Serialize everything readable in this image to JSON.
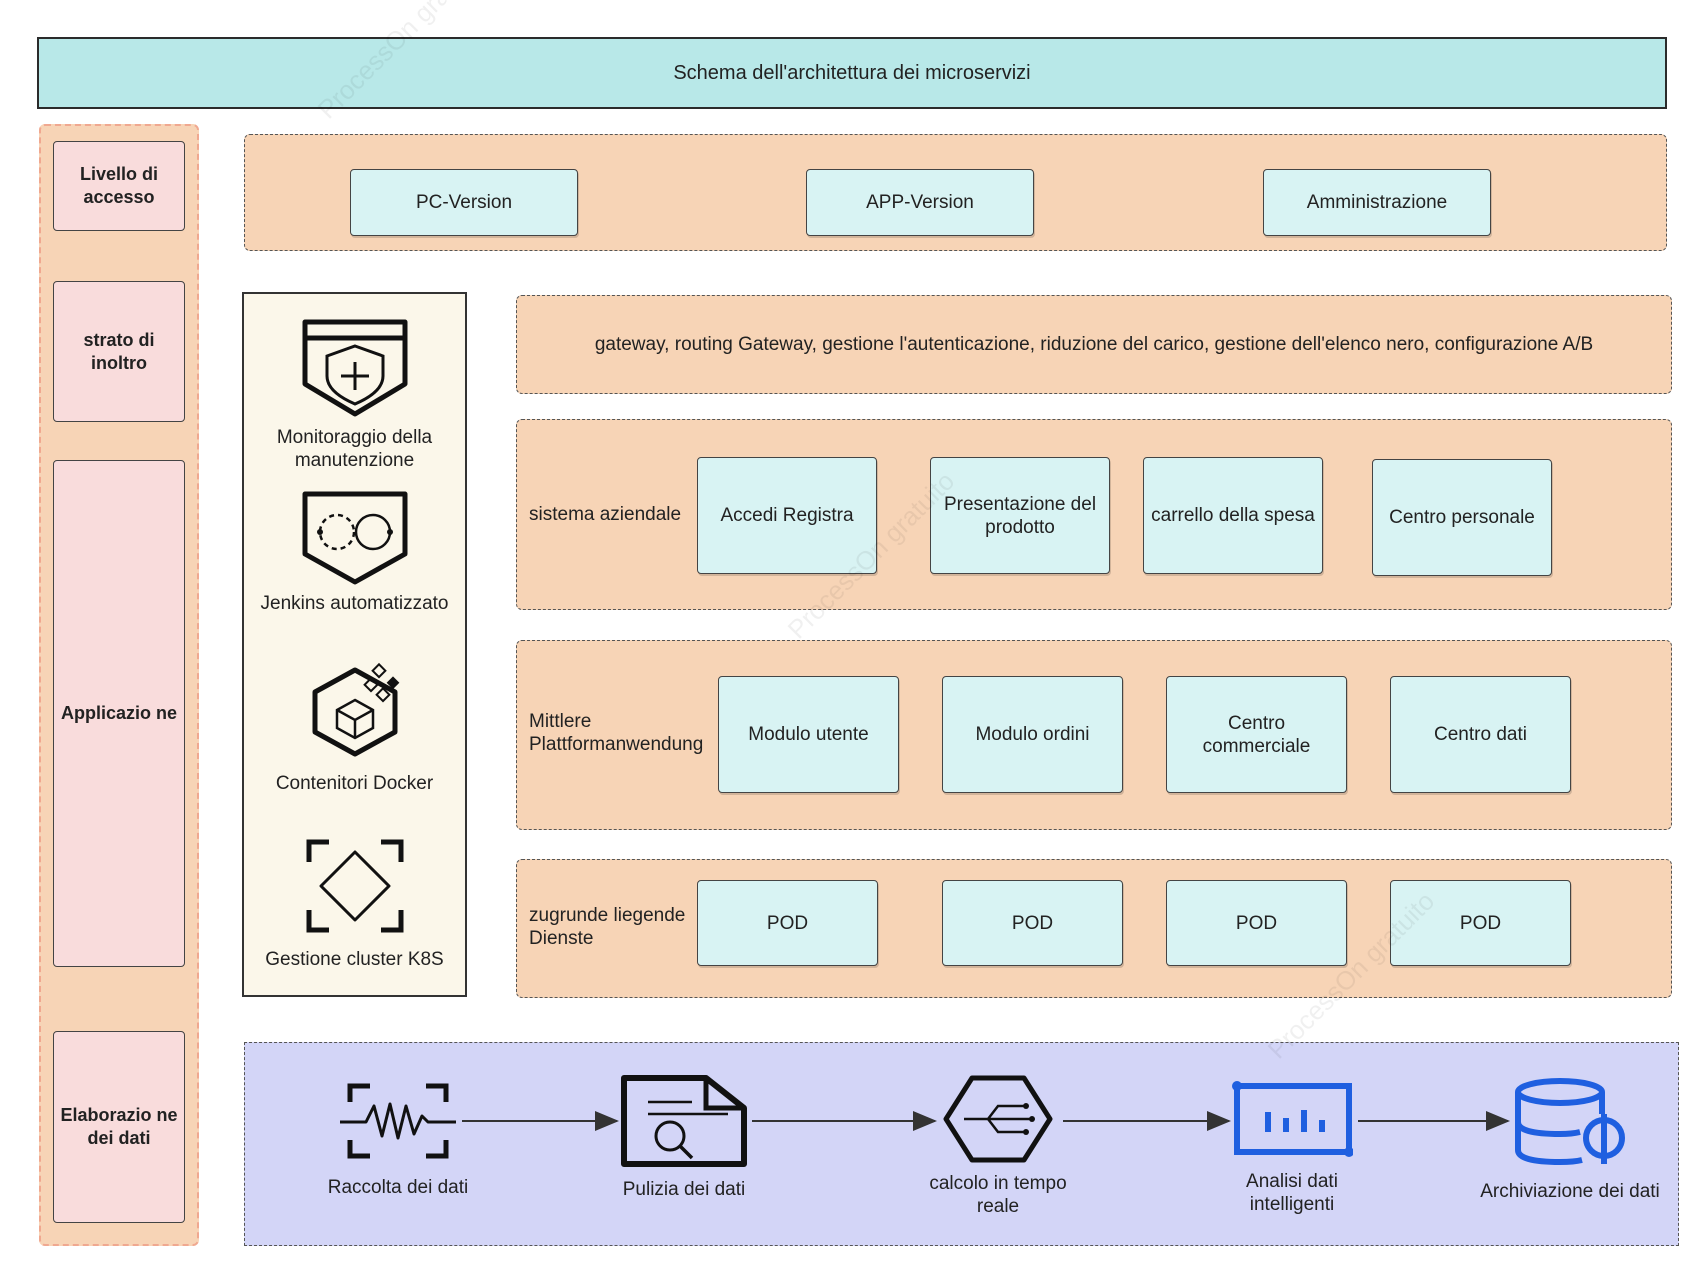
{
  "title": "Schema dell'architettura dei microservizi",
  "layers": {
    "access": "Livello di accesso",
    "forwarding": "strato di inoltro",
    "application": "Applicazio ne",
    "data": "Elaborazio ne dei dati"
  },
  "access_cards": [
    "PC-Version",
    "APP-Version",
    "Amministrazione"
  ],
  "gateway_text": "gateway, routing Gateway, gestione l'autenticazione, riduzione del carico, gestione dell'elenco nero, configurazione A/B",
  "business": {
    "label": "sistema aziendale",
    "cards": [
      "Accedi Registra",
      "Presentazione del prodotto",
      "carrello della spesa",
      "Centro personale"
    ]
  },
  "middle": {
    "label": "Mittlere Plattformanwendung",
    "cards": [
      "Modulo utente",
      "Modulo ordini",
      "Centro commerciale",
      "Centro dati"
    ]
  },
  "underlying": {
    "label": "zugrunde liegende Dienste",
    "cards": [
      "POD",
      "POD",
      "POD",
      "POD"
    ]
  },
  "ops": [
    {
      "label": "Monitoraggio della manutenzione",
      "icon": "shield-plus-icon"
    },
    {
      "label": "Jenkins automatizzato",
      "icon": "infinity-loop-icon"
    },
    {
      "label": "Contenitori Docker",
      "icon": "container-cube-icon"
    },
    {
      "label": "Gestione cluster K8S",
      "icon": "cluster-diamond-icon"
    }
  ],
  "data_flow": [
    {
      "label": "Raccolta dei dati",
      "icon": "waveform-icon"
    },
    {
      "label": "Pulizia dei dati",
      "icon": "document-search-icon"
    },
    {
      "label": "calcolo in tempo reale",
      "icon": "hexagon-circuit-icon"
    },
    {
      "label": "Analisi dati intelligenti",
      "icon": "bar-analytics-icon"
    },
    {
      "label": "Archiviazione dei dati",
      "icon": "database-icon"
    }
  ],
  "watermark": "ProcessOn gratuito"
}
